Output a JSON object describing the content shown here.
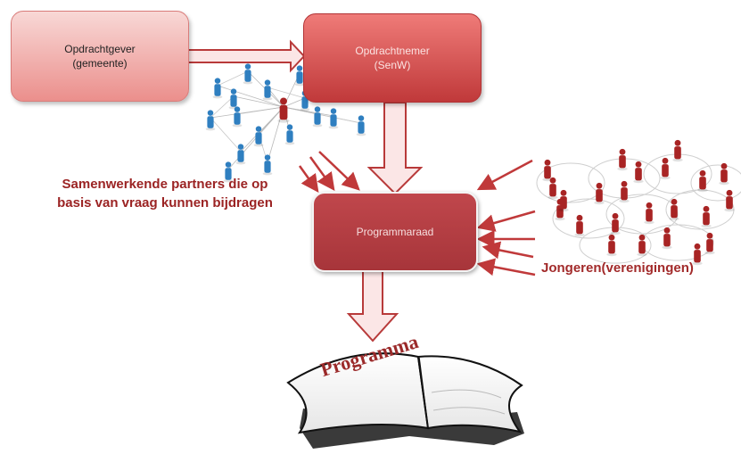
{
  "nodes": {
    "opdrachtgever": {
      "line1": "Opdrachtgever",
      "line2": "(gemeente)"
    },
    "opdrachtnemer": {
      "line1": "Opdrachtnemer",
      "line2": "(SenW)"
    },
    "programmaraad": {
      "label": "Programmaraad"
    }
  },
  "labels": {
    "partners_line1": "Samenwerkende partners die op",
    "partners_line2": "basis van vraag kunnen bijdragen",
    "jongeren": "Jongeren(verenigingen)"
  },
  "book": {
    "title": "Programma"
  },
  "colors": {
    "arrow_red": "#c0393a",
    "arrow_outline_red": "#b83a3a",
    "partner_blue": "#2f7fc0",
    "youth_red": "#a82424"
  }
}
